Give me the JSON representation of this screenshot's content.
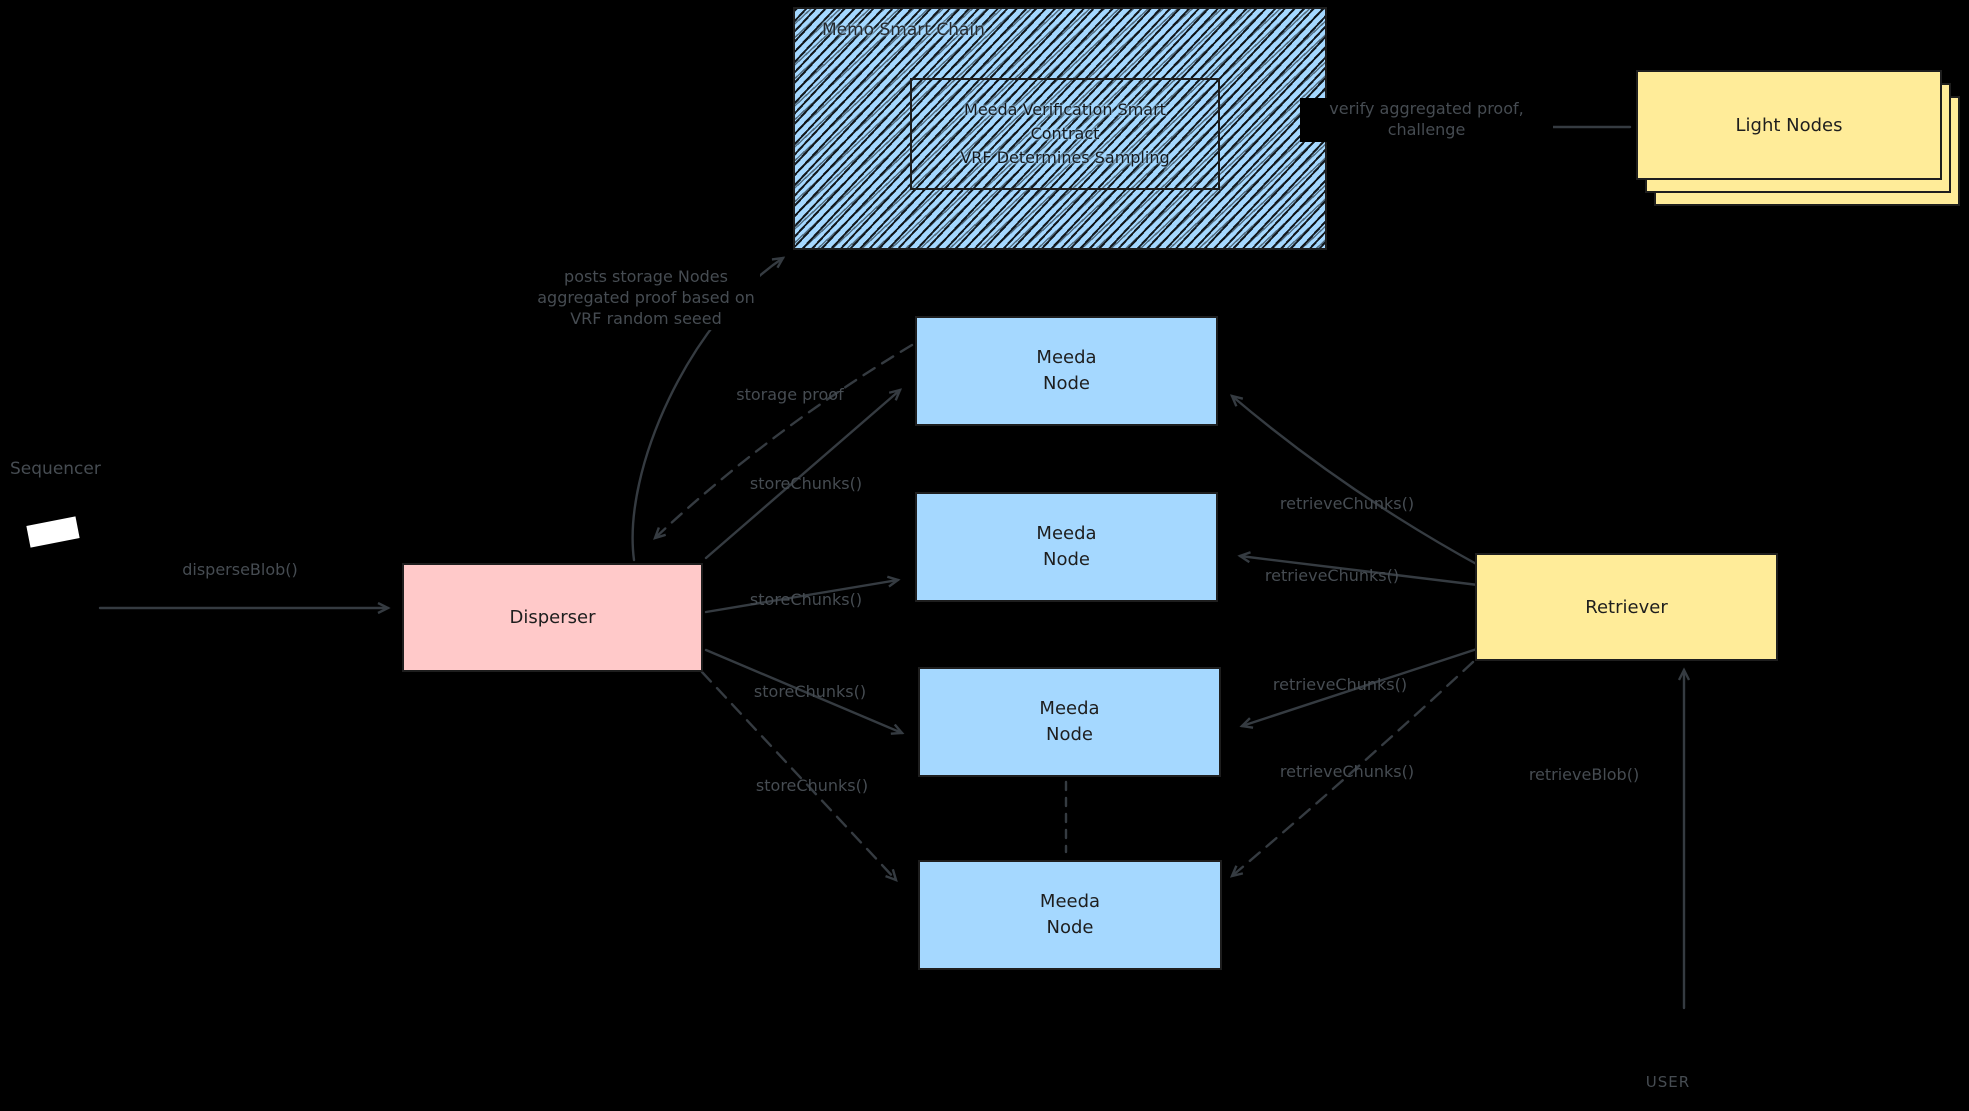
{
  "diagram": {
    "colors": {
      "background": "#000000",
      "node_blue": "#A5D8FF",
      "disperser_pink": "#FFC9C9",
      "yellow": "#FFEC99",
      "wire_stroke": "#353b41",
      "edge_label_gray": "#464c52",
      "box_text": "#1e1e1e"
    },
    "chain": {
      "title": "Memo Smart Chain",
      "contract_line1": "Meeda Verification Smart",
      "contract_line2": "Contract",
      "contract_line3": "VRF Determines Sampling"
    },
    "sequencer": {
      "label": "Sequencer"
    },
    "disperser": {
      "label": "Disperser"
    },
    "meeda_node": {
      "line1": "Meeda",
      "line2": "Node",
      "count": 4
    },
    "retriever": {
      "label": "Retriever"
    },
    "light_nodes": {
      "label": "Light Nodes"
    },
    "user": {
      "label": "USER"
    },
    "edges": {
      "disperse_blob": "disperseBlob()",
      "store_chunks_1": "storeChunks()",
      "store_chunks_2": "storeChunks()",
      "store_chunks_3": "storeChunks()",
      "store_chunks_4": "storeChunks()",
      "retrieve_chunks_1": "retrieveChunks()",
      "retrieve_chunks_2": "retrieveChunks()",
      "retrieve_chunks_3": "retrieveChunks()",
      "retrieve_chunks_4": "retrieveChunks()",
      "storage_proof": "storage proof",
      "posts_proof": "posts storage Nodes aggregated proof based on VRF random seeed",
      "verify": "verify aggregated proof, challenge",
      "retrieve_blob": "retrieveBlob()"
    }
  }
}
